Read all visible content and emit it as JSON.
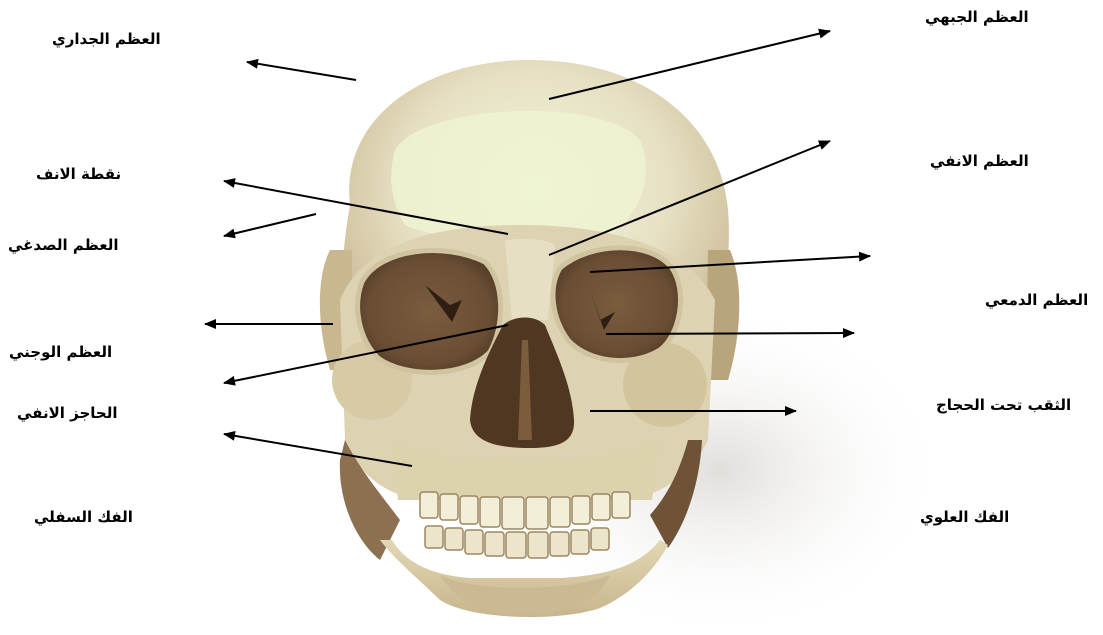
{
  "labels": {
    "parietal": "العظم الجداري",
    "nasion": "نقطة الانف",
    "temporal": "العظم الصدغي",
    "zygomatic": "العظم الوجني",
    "nasal_septum": "الحاجز الانفي",
    "mandible": "الفك السفلي",
    "frontal": "العظم الجبهي",
    "nasal": "العظم الانفي",
    "lacrimal": "العظم الدمعي",
    "infraorbital_foramen": "الثقب تحت الحجاج",
    "maxilla": "الفك العلوي"
  },
  "colors": {
    "bone": "#e4dcc0",
    "bone_highlight": "#eef2cf",
    "bone_shadow": "#b7a47a",
    "cavity": "#6d5238",
    "cavity_dark": "#3d2a1a",
    "teeth": "#f2ecd6",
    "arrow": "#000000"
  }
}
